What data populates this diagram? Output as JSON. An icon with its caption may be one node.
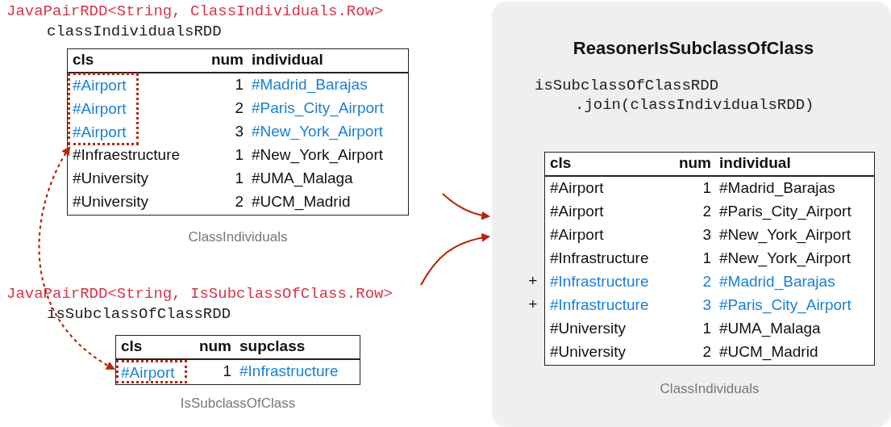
{
  "diagram": {
    "nodes": [
      {
        "text": [
          "JavaPairRDD<String, ClassIndividuals.Row>",
          "classIndividualsRDD",
          "cls",
          "num",
          "individual",
          "1",
          "#Madrid_Barajas",
          "2",
          "#Paris_City_Airport",
          "3",
          "#New_York_Airport",
          "#Infraestructure",
          "1",
          "#New_York_Airport",
          "#University",
          "1",
          "#UMA_Malaga",
          "#University",
          "2",
          "#UCM_Madrid"
        ],
        "beside": [
          "ClassIndividuals"
        ]
      },
      {
        "text": [
          "#Airport",
          "#Airport",
          "#Airport"
        ],
        "in": 0
      },
      {
        "text": [
          "JavaPairRDD<String, IsSubclassOfClass.Row>",
          "isSubclassOfClassRDD",
          "cls",
          "num",
          "supclass",
          "1",
          "#Infrastructure"
        ],
        "beside": [
          "IsSubclassOfClass"
        ]
      },
      {
        "text": [
          "#Airport"
        ],
        "in": 2
      },
      {
        "text": [
          "ReasonerIsSubclassOfClass",
          "isSubclassOfClassRDD .join(classIndividualsRDD)"
        ]
      },
      {
        "text": [
          "cls",
          "num",
          "individual",
          "#Airport",
          "1",
          "#Madrid_Barajas",
          "#Airport",
          "2",
          "#Paris_City_Airport",
          "#Airport",
          "3",
          "#New_York_Airport",
          "#Infrastructure",
          "1",
          "#New_York_Airport",
          "#Infrastructure",
          "2",
          "#Madrid_Barajas",
          "#Infrastructure",
          "3",
          "#Paris_City_Airport",
          "#University",
          "1",
          "#UMA_Malaga",
          "#University",
          "2",
          "#UCM_Madrid"
        ],
        "beside": [
          "+",
          "+",
          "ClassIndividuals"
        ],
        "in": 4
      }
    ],
    "edges": [
      {
        "from": 1,
        "to": 3,
        "arrow": "both",
        "style": "dashed"
      },
      {
        "from": 0,
        "to": 4,
        "arrow": "to"
      },
      {
        "from": 2,
        "to": 4,
        "arrow": "to"
      }
    ]
  }
}
